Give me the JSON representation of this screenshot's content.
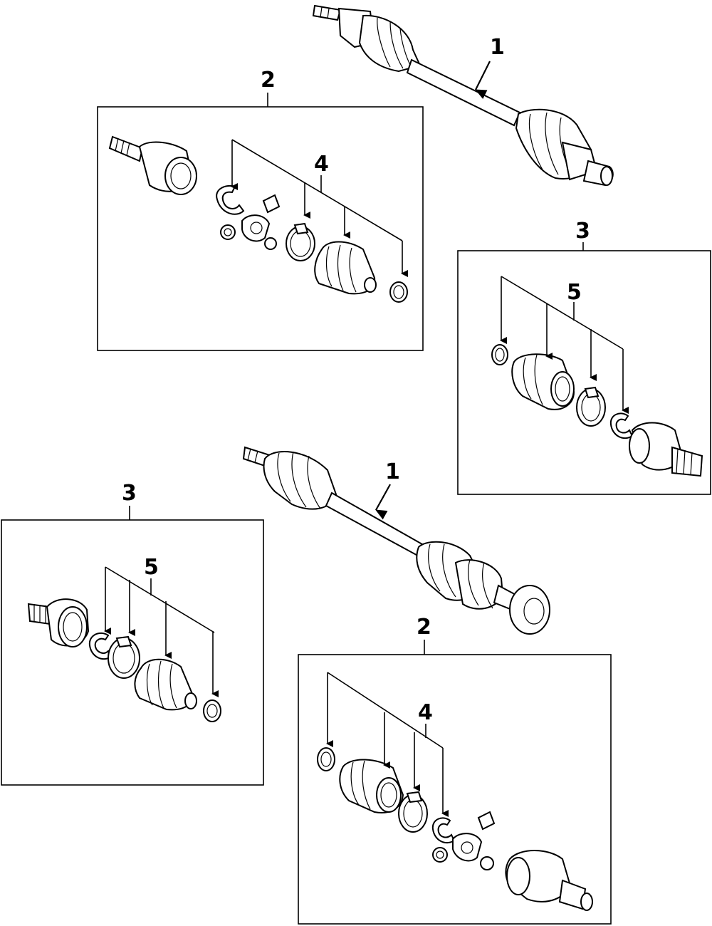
{
  "callouts": {
    "top_shaft": "1",
    "top_kit": "2",
    "right_kit": "3",
    "top_kit_leader": "4",
    "right_kit_leader": "5",
    "mid_shaft": "1",
    "left_kit": "3",
    "left_kit_leader": "5",
    "bottom_kit": "2",
    "bottom_kit_leader": "4"
  },
  "colors": {
    "line": "#000000",
    "background": "#ffffff"
  }
}
